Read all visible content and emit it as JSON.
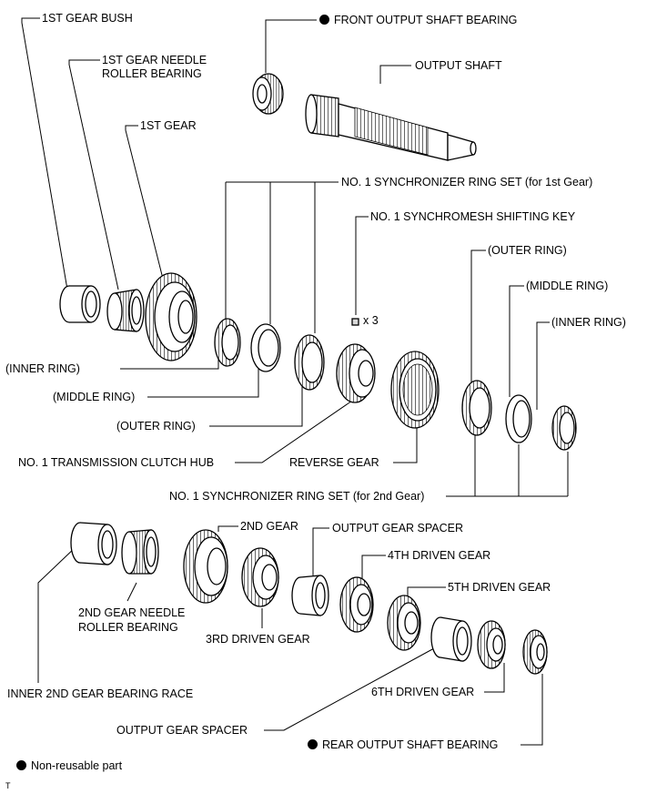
{
  "labels": {
    "first_gear_bush": "1ST GEAR BUSH",
    "first_gear_needle_1": "1ST GEAR NEEDLE",
    "first_gear_needle_2": "ROLLER BEARING",
    "first_gear": "1ST GEAR",
    "front_output_shaft_bearing": "FRONT OUTPUT SHAFT BEARING",
    "output_shaft": "OUTPUT SHAFT",
    "sync_ring_set_1st": "NO. 1 SYNCHRONIZER RING SET",
    "sync_ring_set_1st_note": "(for 1st Gear)",
    "shifting_key": "NO. 1 SYNCHROMESH SHIFTING KEY",
    "shifting_key_qty": "x 3",
    "outer_ring_right": "(OUTER RING)",
    "middle_ring_right": "(MIDDLE RING)",
    "inner_ring_right": "(INNER RING)",
    "inner_ring_left": "(INNER RING)",
    "middle_ring_left": "(MIDDLE RING)",
    "outer_ring_left": "(OUTER RING)",
    "clutch_hub": "NO. 1 TRANSMISSION CLUTCH HUB",
    "reverse_gear": "REVERSE GEAR",
    "sync_ring_set_2nd": "NO. 1 SYNCHRONIZER RING SET (for 2nd Gear)",
    "second_gear": "2ND GEAR",
    "output_gear_spacer_top": "OUTPUT GEAR SPACER",
    "fourth_driven_gear": "4TH DRIVEN GEAR",
    "fifth_driven_gear": "5TH DRIVEN GEAR",
    "second_gear_needle_1": "2ND GEAR NEEDLE",
    "second_gear_needle_2": "ROLLER BEARING",
    "third_driven_gear": "3RD DRIVEN GEAR",
    "inner_2nd_gear_race": "INNER 2ND GEAR BEARING RACE",
    "sixth_driven_gear": "6TH DRIVEN GEAR",
    "output_gear_spacer_bottom": "OUTPUT GEAR SPACER",
    "rear_output_shaft_bearing": "REAR OUTPUT SHAFT BEARING",
    "legend_non_reusable": "Non-reusable part",
    "corner_mark": "T"
  },
  "colors": {
    "ink": "#000000",
    "part_fill": "#ffffff",
    "shade": "#d9d9d9"
  }
}
